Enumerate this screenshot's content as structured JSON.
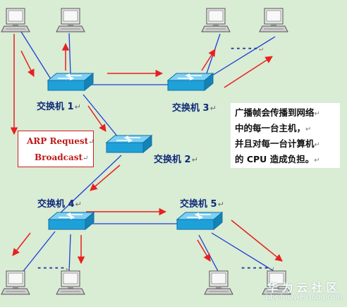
{
  "switches": [
    {
      "id": "s1",
      "label": "交换机 1"
    },
    {
      "id": "s2",
      "label": "交换机 2"
    },
    {
      "id": "s3",
      "label": "交换机 3"
    },
    {
      "id": "s4",
      "label": "交换机 4"
    },
    {
      "id": "s5",
      "label": "交换机 5"
    }
  ],
  "paragraph_mark": "↵",
  "ellipsis": "-----",
  "arp_box": {
    "line1": "ARP Request",
    "line2": "Broadcast"
  },
  "note": {
    "lines": [
      "广播帧会传播到网络",
      "中的每一台主机，",
      "并且对每一台计算机",
      "的 CPU 造成负担。"
    ]
  },
  "watermark": {
    "brand": "华为云社区",
    "url": "bbs.huaweicloud.com"
  },
  "colors": {
    "background": "#d9ecd4",
    "link": "#1d3fd6",
    "arrow": "#e82020",
    "switch": "#1ea1d8"
  }
}
